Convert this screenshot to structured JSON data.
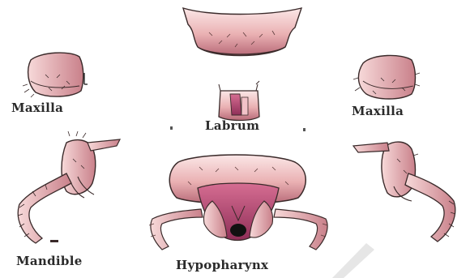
{
  "labels": {
    "maxilla_left": "Maxilla",
    "labrum": "Labrum",
    "maxilla_right": "Maxilla",
    "mandible": "Mandible",
    "hypopharynx": "Hypopharynx"
  },
  "colors": {
    "tissue_light": "#f6d2d2",
    "tissue_mid": "#e7a3a6",
    "tissue_dark": "#b05a6a",
    "membrane": "#c24f7a",
    "outline": "#3a2a2a"
  }
}
